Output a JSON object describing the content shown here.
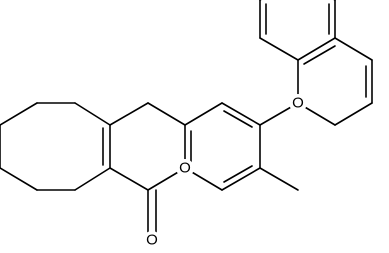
{
  "atoms": {
    "ring_oxygen": {
      "symbol": "O"
    },
    "ether_oxygen": {
      "symbol": "O"
    },
    "carbonyl_oxygen": {
      "symbol": "O"
    }
  },
  "colors": {
    "bond": "#000000",
    "label": "#000000",
    "background": "#ffffff"
  }
}
